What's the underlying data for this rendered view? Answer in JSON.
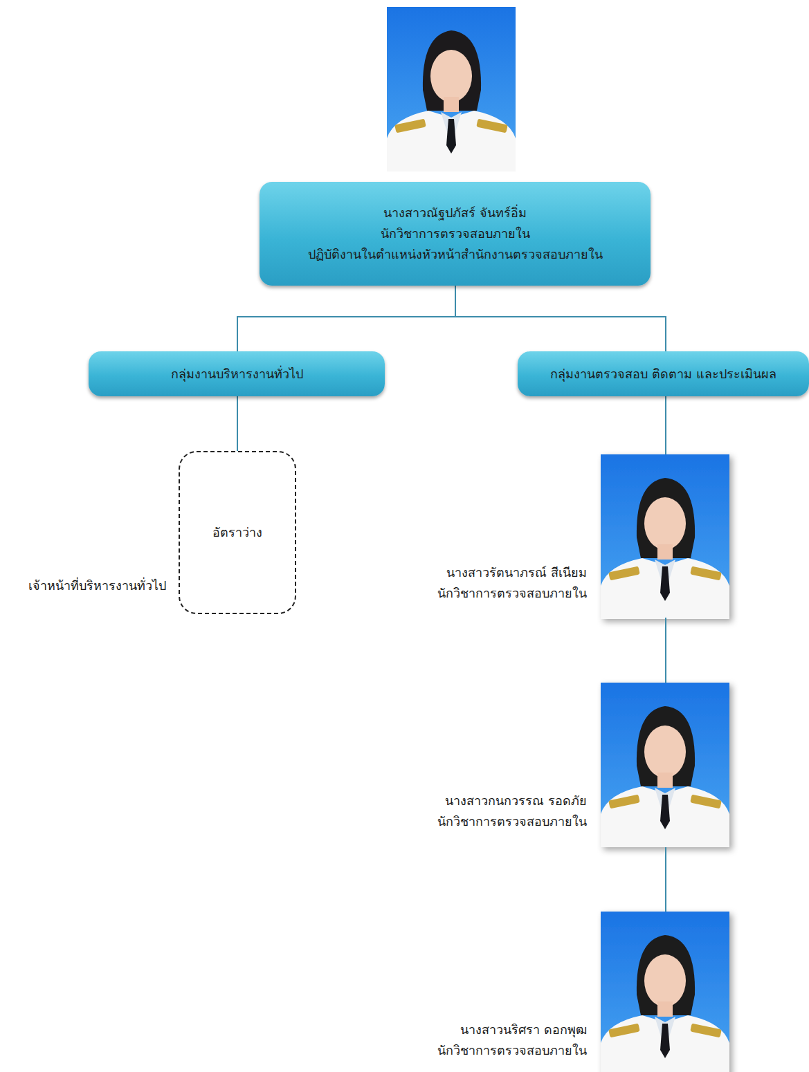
{
  "diagram": {
    "nodes": [
      {
        "text": [
          "นางสาวณัฐปภัสร์ จันทร์อิ่ม",
          "นักวิชาการตรวจสอบภายใน",
          "ปฏิบัติงานในตำแหน่งหัวหน้าสำนักงานตรวจสอบภายใน"
        ]
      },
      {
        "text": [
          "กลุ่มงานบริหารงานทั่วไป"
        ]
      },
      {
        "text": [
          "กลุ่มงานตรวจสอบ ติดตาม และประเมินผล"
        ]
      },
      {
        "text": [
          "อัตราว่าง",
          "เจ้าหน้าที่บริหารงานทั่วไป"
        ]
      },
      {
        "text": [
          "นางสาวรัตนาภรณ์ สีเนียม",
          "นักวิชาการตรวจสอบภายใน"
        ]
      },
      {
        "text": [
          "นางสาวกนกวรรณ รอดภัย",
          "นักวิชาการตรวจสอบภายใน"
        ]
      },
      {
        "text": [
          "นางสาวนริศรา ดอกพุฒ",
          "นักวิชาการตรวจสอบภายใน"
        ]
      }
    ],
    "edges": [
      {
        "from": 0,
        "to": 1,
        "arrow": "none"
      },
      {
        "from": 0,
        "to": 2,
        "arrow": "none"
      },
      {
        "from": 1,
        "to": 3,
        "arrow": "none"
      },
      {
        "from": 2,
        "to": 4,
        "arrow": "none"
      },
      {
        "from": 4,
        "to": 5,
        "arrow": "none"
      },
      {
        "from": 5,
        "to": 6,
        "arrow": "none"
      }
    ]
  }
}
